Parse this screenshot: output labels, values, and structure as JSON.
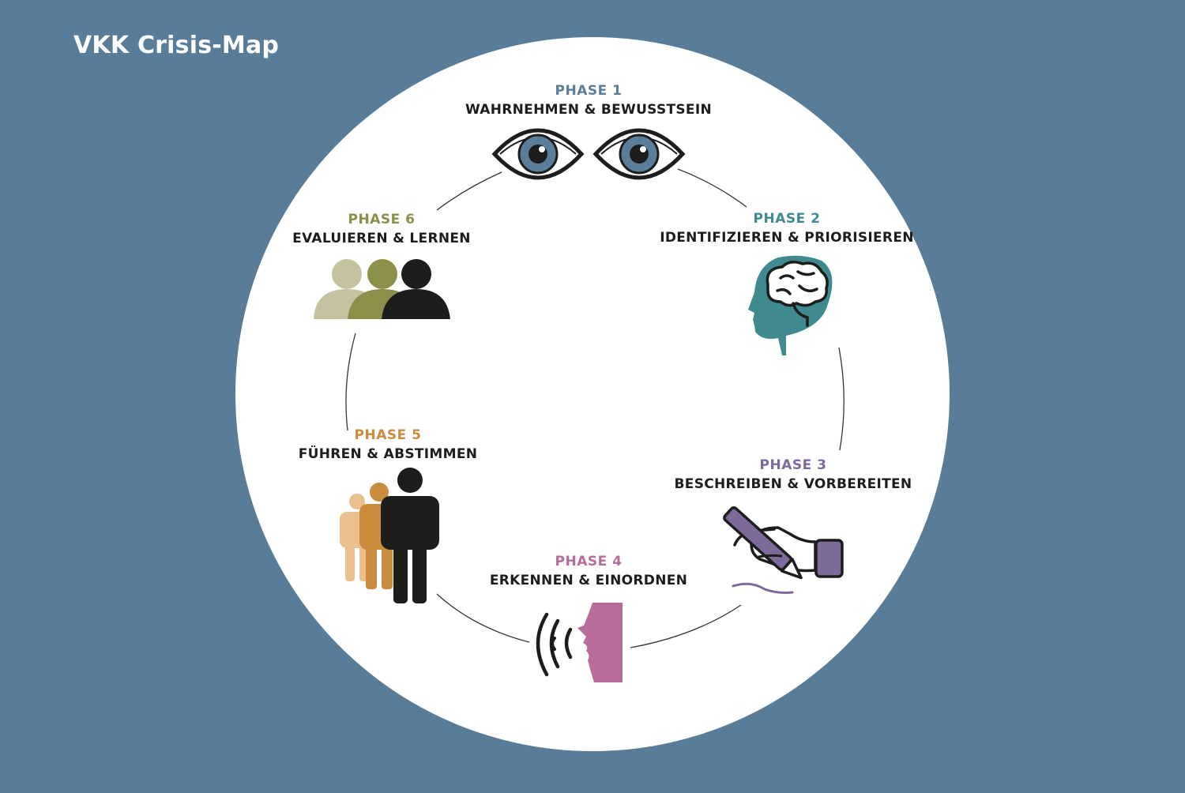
{
  "title": "VKK Crisis-Map",
  "colors": {
    "background": "#597d98",
    "circle": "#ffffff",
    "phase1": "#5a7d99",
    "phase2": "#3f8a8f",
    "phase3": "#7d6a9b",
    "phase4": "#b76c99",
    "phase5": "#c98b3c",
    "phase6": "#8b8f4a"
  },
  "phases": [
    {
      "number": "PHASE 1",
      "name": "WAHRNEHMEN & BEWUSSTSEIN",
      "icon": "eyes-icon"
    },
    {
      "number": "PHASE 2",
      "name": "IDENTIFIZIEREN & PRIORISIEREN",
      "icon": "brain-head-icon"
    },
    {
      "number": "PHASE 3",
      "name": "BESCHREIBEN & VORBEREITEN",
      "icon": "writing-hand-icon"
    },
    {
      "number": "PHASE 4",
      "name": "ERKENNEN & EINORDNEN",
      "icon": "speaking-face-icon"
    },
    {
      "number": "PHASE 5",
      "name": "FÜHREN & ABSTIMMEN",
      "icon": "leading-people-icon"
    },
    {
      "number": "PHASE 6",
      "name": "EVALUIEREN & LERNEN",
      "icon": "group-people-icon"
    }
  ]
}
